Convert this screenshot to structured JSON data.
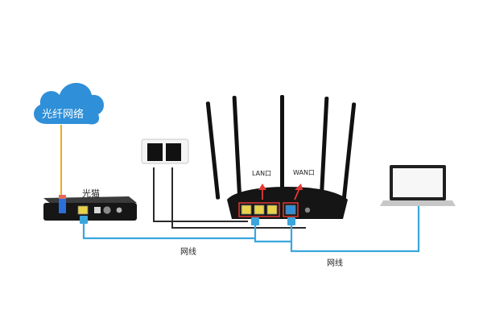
{
  "labels": {
    "cloud": "光纤网络",
    "modem": "光猫",
    "lan_port": "LAN口",
    "wan_port": "WAN口",
    "cable_left": "网线",
    "cable_right": "网线"
  },
  "icons": [
    "cloud-icon",
    "optical-modem-icon",
    "power-adapter-icon",
    "router-icon",
    "laptop-icon",
    "ethernet-plug-icon"
  ],
  "colors": {
    "cloud": "#2f8fd8",
    "fiber": "#f2a91c",
    "network_cable": "#3aa6dd",
    "power_cable": "#2a2a2a",
    "port_highlight": "#e53935",
    "device": "#1c1c1c"
  }
}
